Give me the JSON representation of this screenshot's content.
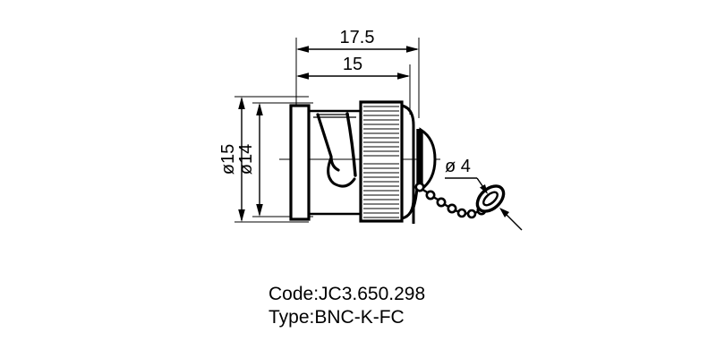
{
  "drawing": {
    "title_block": {
      "code_label": "Code:JC3.650.298",
      "type_label": "Type:BNC-K-FC"
    },
    "dimensions": {
      "overall_length": "17.5",
      "body_length": "15",
      "flange_diameter": "ø15",
      "body_diameter": "ø14",
      "chain_ring_diameter": "ø 4"
    },
    "colors": {
      "line": "#000000",
      "background": "#ffffff",
      "thin_line": "#1a1a1a"
    },
    "parts": {
      "flange": "mounting-flange",
      "bayonet_slot": "bayonet-slot",
      "knurled_nut": "knurled-nut",
      "dust_cap": "dust-cap",
      "ball_chain": "ball-chain",
      "chain_ring": "chain-ring",
      "centerline": "axis-centerline"
    }
  }
}
